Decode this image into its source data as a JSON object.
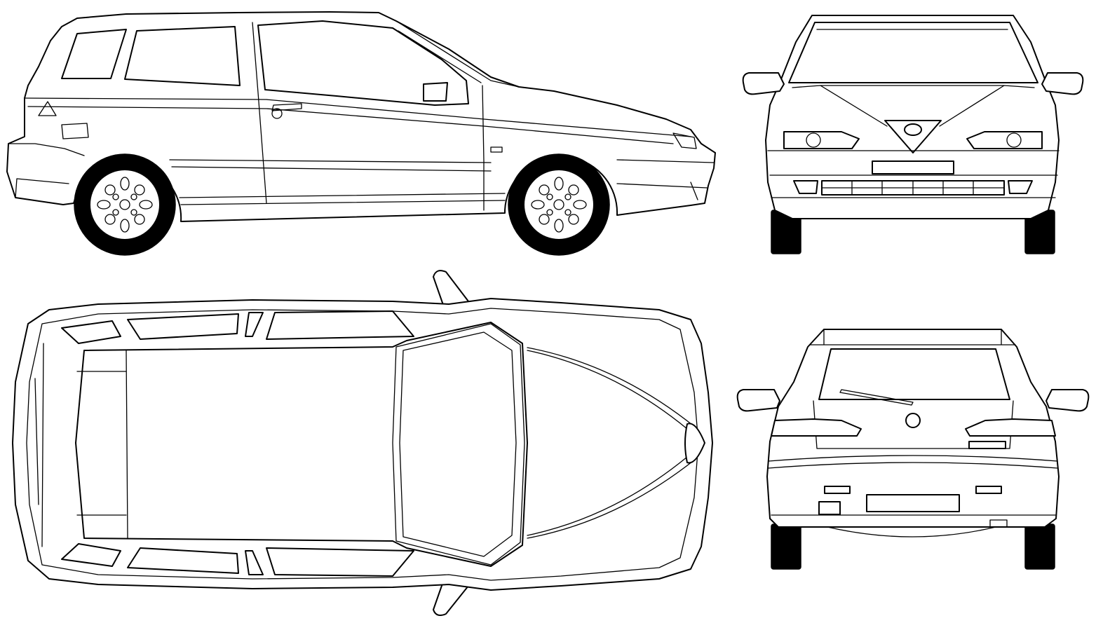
{
  "drawing": {
    "views": [
      "side-view",
      "front-view",
      "top-view",
      "rear-view"
    ],
    "line_color": "#000000",
    "background_color": "#ffffff"
  }
}
